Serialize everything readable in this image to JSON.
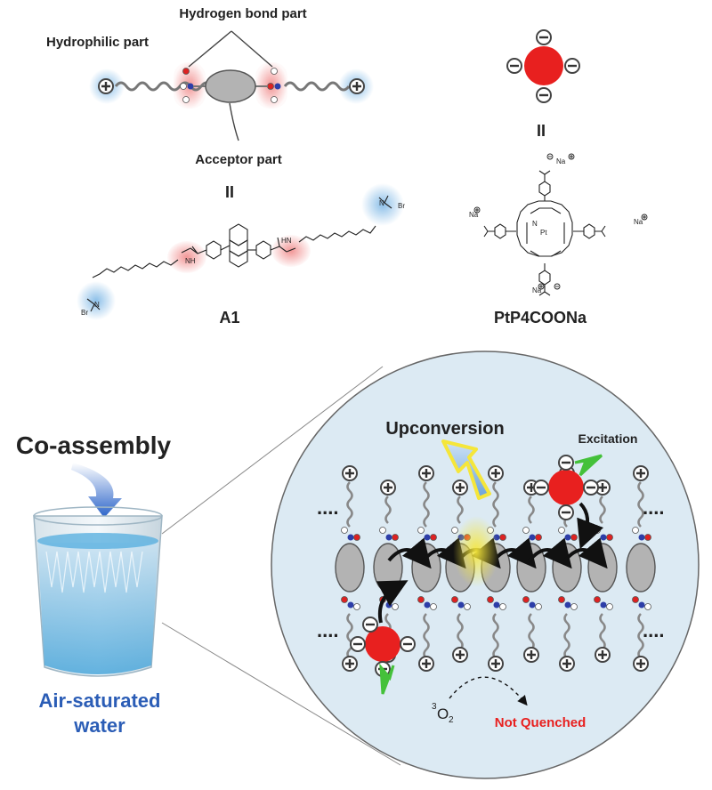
{
  "schematic": {
    "hydrophilic_label": "Hydrophilic part",
    "hbond_label": "Hydrogen bond part",
    "acceptor_label": "Acceptor part",
    "equals": "II",
    "acceptor_name": "A1",
    "sensitizer_equals": "II",
    "sensitizer_name": "PtP4COONa"
  },
  "a1_structure": {
    "left_nh": "NH",
    "right_hn": "HN",
    "left_br": "Br",
    "right_br": "Br",
    "left_n": "N",
    "right_n": "N"
  },
  "ptp_structure": {
    "pt_label": "Pt",
    "na_top": "Na",
    "na_left": "Na",
    "na_right": "Na",
    "na_bottom": "Na",
    "n_label": "N"
  },
  "assembly": {
    "co_assembly": "Co-assembly",
    "water_label_line1": "Air-saturated",
    "water_label_line2": "water",
    "upconversion": "Upconversion",
    "excitation": "Excitation",
    "o2_sup": "3",
    "o2_main": "O",
    "o2_sub": "2",
    "not_quenched": "Not Quenched",
    "ellipsis": "...."
  },
  "colors": {
    "hydrophilic_glow": "#7fb8e6",
    "hbond_glow": "#f08a8a",
    "sensitizer_red": "#e8201f",
    "acceptor_gray": "#b3b3b3",
    "circle_bg": "#dceaf3",
    "upconversion_blue": "#9cc3e8",
    "highlight_yellow": "#f5e63a",
    "arrow_green": "#44c13a",
    "water_blue": "#2b5db6",
    "not_quenched_red": "#e8201f"
  }
}
